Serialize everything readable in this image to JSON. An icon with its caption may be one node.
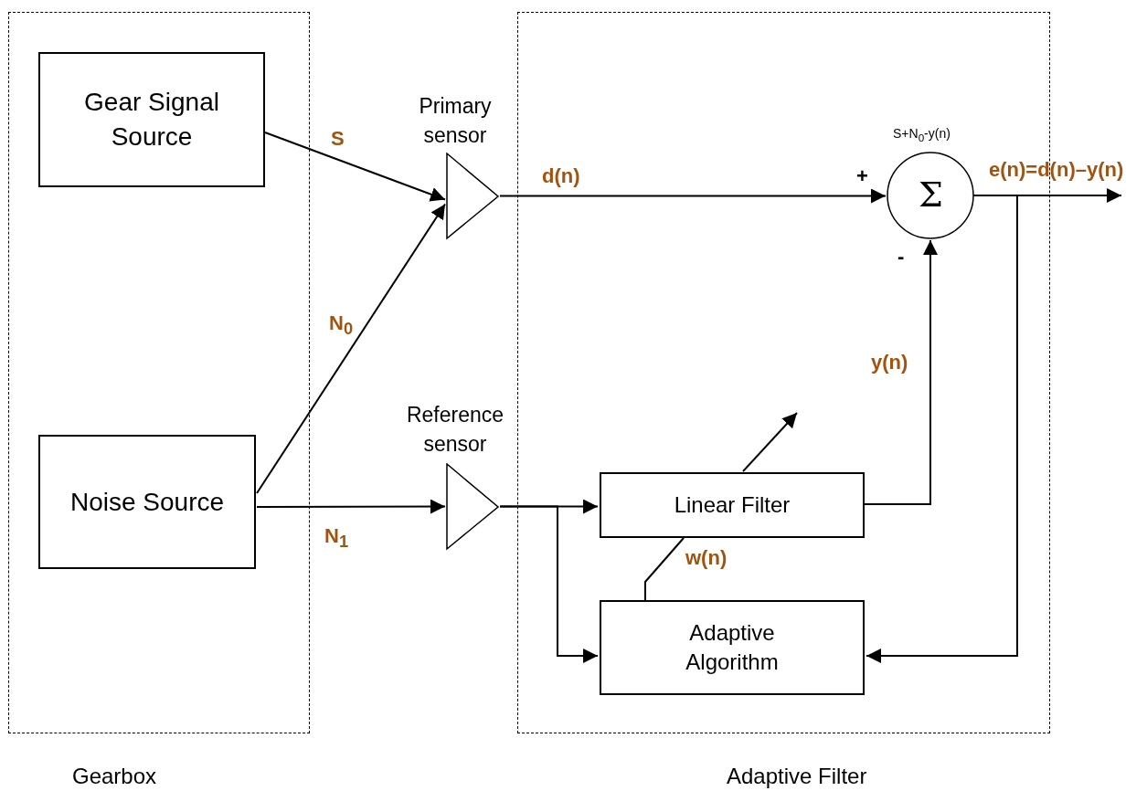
{
  "diagram": {
    "nodes": [
      {
        "text": [
          "Gearbox"
        ]
      },
      {
        "text": [
          "Gear Signal Source"
        ],
        "in": 0
      },
      {
        "text": [
          "Noise Source"
        ],
        "in": 0
      },
      {
        "text": [
          "Adaptive Filter"
        ]
      },
      {
        "text": [
          "Primary sensor"
        ]
      },
      {
        "text": [
          "Reference sensor"
        ]
      },
      {
        "text": [
          "Σ"
        ],
        "beside": [
          "S+N$_{0}$-y(n)"
        ],
        "in": 3
      },
      {
        "text": [
          "Linear Filter"
        ],
        "in": 3
      },
      {
        "text": [
          "Adaptive Algorithm"
        ],
        "in": 3
      }
    ],
    "edges": [
      {
        "from": 1,
        "to": 4,
        "arrow": "to",
        "label": "S"
      },
      {
        "from": 2,
        "to": 4,
        "arrow": "to",
        "label": "N$_{0}$"
      },
      {
        "from": 2,
        "to": 5,
        "arrow": "to",
        "label": "N$_{1}$"
      },
      {
        "from": 4,
        "to": 6,
        "arrow": "to",
        "label": "d(n)"
      },
      {
        "from": 6,
        "to": null,
        "arrow": "to",
        "label": "e(n)=d(n)–y(n)"
      },
      {
        "from": 5,
        "to": 7,
        "arrow": "to"
      },
      {
        "from": 5,
        "to": 8,
        "arrow": "to"
      },
      {
        "from": 7,
        "to": 6,
        "arrow": "to",
        "label": "y(n)"
      },
      {
        "from": 6,
        "to": 8,
        "arrow": "to"
      },
      {
        "from": 8,
        "to": 7,
        "arrow": "none",
        "label": "w(n)"
      }
    ],
    "labels": [
      "+",
      "-"
    ]
  }
}
